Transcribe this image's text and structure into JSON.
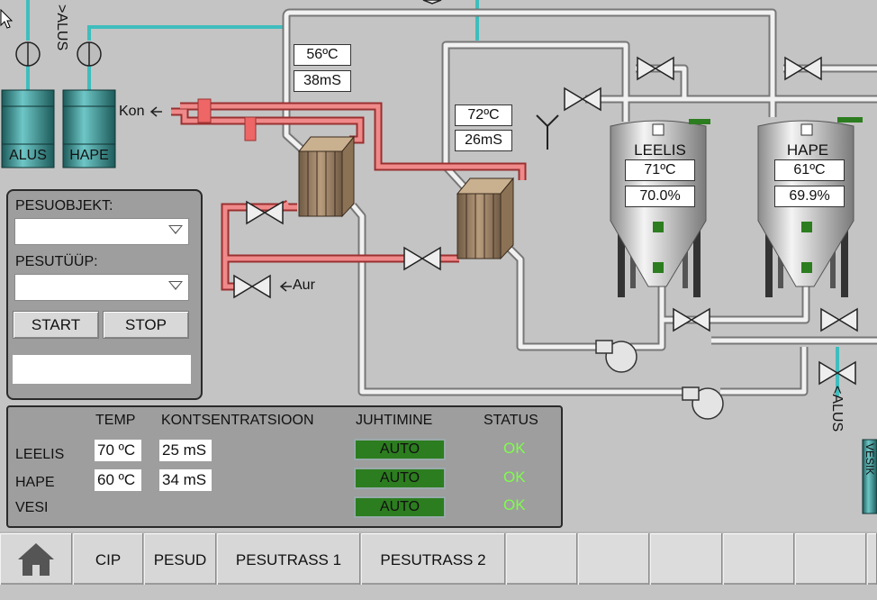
{
  "process": {
    "hx1": {
      "temp": "56ºC",
      "cond": "38mS"
    },
    "hx2": {
      "temp": "72ºC",
      "cond": "26mS"
    },
    "tank_leelis": {
      "label": "LEELIS",
      "temp": "71ºC",
      "level": "70.0%"
    },
    "tank_hape": {
      "label": "HAPE",
      "temp": "61ºC",
      "level": "69.9%"
    },
    "drum_alus": "ALUS",
    "drum_hape": "HAPE",
    "pipe_alus_top": ">ALUS",
    "pipe_alus_bottom": "<ALUS",
    "kon_label": "Kon",
    "aur_label": "Aur",
    "vesi_side": "VESIK"
  },
  "wash_panel": {
    "object_label": "PESUOBJEKT:",
    "object_value": "",
    "type_label": "PESUTÜÜP:",
    "type_value": "",
    "start_label": "START",
    "stop_label": "STOP",
    "message": ""
  },
  "status_panel": {
    "headers": {
      "temp": "TEMP",
      "conc": "KONTSENTRATSIOON",
      "control": "JUHTIMINE",
      "status": "STATUS"
    },
    "rows": [
      {
        "name": "LEELIS",
        "temp": "70 ºC",
        "conc": "25 mS",
        "control": "AUTO",
        "status": "OK"
      },
      {
        "name": "HAPE",
        "temp": "60 ºC",
        "conc": "34 mS",
        "control": "AUTO",
        "status": "OK"
      },
      {
        "name": "VESI",
        "temp": "",
        "conc": "",
        "control": "AUTO",
        "status": "OK"
      }
    ]
  },
  "nav": {
    "home_icon": "home-icon",
    "tabs": [
      "CIP",
      "PESUD",
      "PESUTRASS 1",
      "PESUTRASS 2"
    ]
  },
  "colors": {
    "background": "#c4c4c4",
    "hot_pipe": "#e06060",
    "water_pipe": "#3fbdbd",
    "status_ok": "#7dff4a",
    "auto_button": "#2c7d1f"
  }
}
